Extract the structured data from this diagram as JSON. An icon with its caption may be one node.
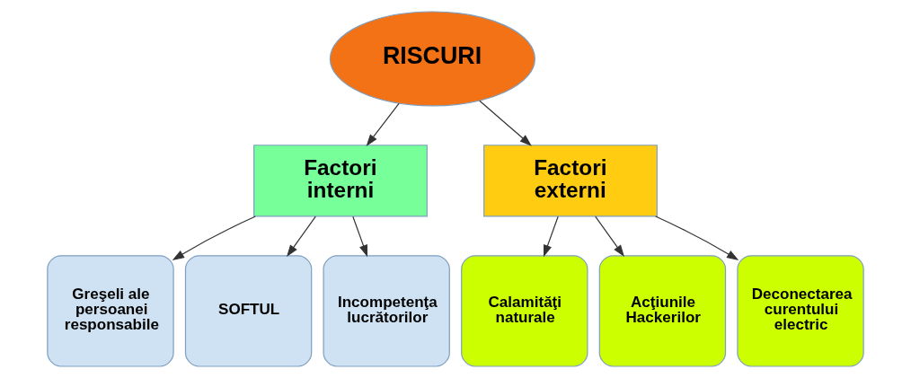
{
  "diagram": {
    "nodes": [
      {
        "text": [
          "RISCURI"
        ]
      },
      {
        "text": [
          "Factori interni"
        ]
      },
      {
        "text": [
          "Factori externi"
        ]
      },
      {
        "text": [
          "Greşeli ale persoanei responsabile"
        ]
      },
      {
        "text": [
          "SOFTUL"
        ]
      },
      {
        "text": [
          "Incompetenţa lucrătorilor"
        ]
      },
      {
        "text": [
          "Calamităţi naturale"
        ]
      },
      {
        "text": [
          "Acţiunile Hackerilor"
        ]
      },
      {
        "text": [
          "Deconectarea curentului electric"
        ]
      }
    ],
    "edges": [
      {
        "from": 0,
        "to": 1,
        "arrow": "to"
      },
      {
        "from": 0,
        "to": 2,
        "arrow": "to"
      },
      {
        "from": 1,
        "to": 3,
        "arrow": "to"
      },
      {
        "from": 1,
        "to": 4,
        "arrow": "to"
      },
      {
        "from": 1,
        "to": 5,
        "arrow": "to"
      },
      {
        "from": 2,
        "to": 6,
        "arrow": "to"
      },
      {
        "from": 2,
        "to": 7,
        "arrow": "to"
      },
      {
        "from": 2,
        "to": 8,
        "arrow": "to"
      }
    ]
  }
}
